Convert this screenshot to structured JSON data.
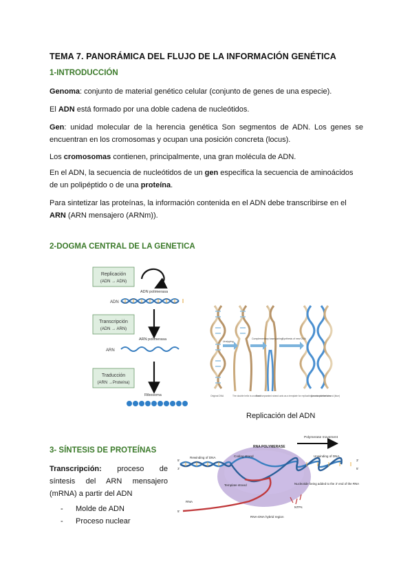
{
  "title": "TEMA 7. PANORÁMICA DEL FLUJO DE LA INFORMACIÓN GENÉTICA",
  "section1": {
    "heading": "1-INTRODUCCIÓN",
    "genoma_term": "Genoma",
    "genoma_text": ": conjunto de material genético celular (conjunto de genes de una especie).",
    "adn_pre": "El ",
    "adn_term": "ADN",
    "adn_text": " está formado por una doble cadena de nucleótidos.",
    "gen_term": "Gen",
    "gen_text": ": unidad molecular de la herencia genética Son segmentos de ADN. Los genes se encuentran en los cromosomas y ocupan una posición concreta (locus).",
    "crom_pre": "Los ",
    "crom_term": "cromosomas",
    "crom_text": " contienen, principalmente, una gran molécula de ADN.",
    "seq_pre": "En el ADN, la secuencia de nucleótidos de un ",
    "seq_gen": "gen",
    "seq_mid": " especifica la secuencia de aminoácidos de un polipéptido o de una ",
    "seq_prot": "proteína",
    "seq_end": ".",
    "arn_pre": "Para sintetizar las proteínas, la información contenida en el ADN debe transcribirse en el ",
    "arn_term": "ARN",
    "arn_end": " (ARN mensajero (ARNm))."
  },
  "section2": {
    "heading": "2-DOGMA CENTRAL DE LA GENETICA",
    "diagram": {
      "box1_line1": "Replicación",
      "box1_line2": "(ADN → ADN)",
      "box2_line1": "Transcripción",
      "box2_line2": "(ADN → ARN)",
      "box3_line1": "Traducción",
      "box3_line2": "(ARN →Proteína)",
      "enzyme1": "ADN polimerasa",
      "enzyme2": "ARN polimerasa",
      "enzyme3": "Ribosoma",
      "label_adn": "ADN",
      "label_arn": "ARN"
    },
    "replication": {
      "unzipping": "Unzipping",
      "pairing": "Complementary base pairing",
      "synthesis": "Synthesis of new DNA",
      "cap1": "Original DNA",
      "cap2": "The double helix is unwound",
      "cap3": "Each separated strand acts as a template for replicating a new partner strand (blue)",
      "cap4": "New double helices",
      "caption": "Replicación del ADN"
    }
  },
  "section3": {
    "heading": "3- SÍNTESIS DE PROTEÍNAS",
    "transc_term": "Transcripción:",
    "transc_text": " proceso de síntesis del ARN mensajero (mRNA) a partir del ADN",
    "bullets": [
      "Molde de ADN",
      "Proceso nuclear"
    ],
    "bullet_dash": "-",
    "diagram": {
      "polymerase_movement": "Polymerase movement",
      "rna_polymerase": "RNA POLYMERASE",
      "rewinding": "Rewinding of DNA",
      "coding": "Coding strand",
      "unwinding": "Unwinding of DNA",
      "template": "Template strand",
      "nucleotide": "Nucleotide being added to the 3' end of the RNA",
      "rna": "RNA",
      "ntps": "NTPs",
      "hybrid": "RNA-DNA hybrid region",
      "end5a": "5'",
      "end3a": "3'",
      "end3b": "3'",
      "end5b": "5'",
      "end5c": "5'"
    }
  },
  "colors": {
    "heading_green": "#3b7a2a",
    "box_fill": "#dfeee0",
    "dna_blue": "#3a7fc0",
    "polymerase_purple": "#a98fc4",
    "rna_red": "#c0393b"
  }
}
